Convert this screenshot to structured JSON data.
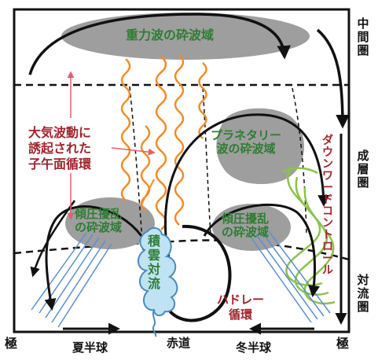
{
  "layers": {
    "mesosphere": "中間圏",
    "stratosphere": "成層圏",
    "troposphere": "対流圏"
  },
  "regions": {
    "gravity_wave_breaking": "重力波の砕波域",
    "planetary_wave_breaking": [
      "プラネタリー",
      "波の砕波域"
    ],
    "baroclinic_left": [
      "傾圧擾乱",
      "の砕波域"
    ],
    "baroclinic_right": [
      "傾圧擾乱",
      "の砕波域"
    ],
    "convection": [
      "積",
      "雲",
      "対",
      "流"
    ]
  },
  "annotations": {
    "wave_induced_circulation": [
      "大気波動に",
      "誘起された",
      "子午面循環"
    ],
    "downward_control": "ダウンワードコントロール",
    "hadley": [
      "ハドレー",
      "循環"
    ]
  },
  "axis": {
    "pole_left": "極",
    "summer": "夏半球",
    "equator": "赤道",
    "winter": "冬半球",
    "pole_right": "極"
  },
  "colors": {
    "gray_region": "#9e9e9e",
    "gravity_wave": "#f28c28",
    "planetary_wave": "#8bc34a",
    "baroclinic_wave": "#5b8fd1",
    "convection_fill": "#bfe3f3",
    "label_green": "#2e7d32",
    "label_red": "#a1232b",
    "arrow_red": "#e06070"
  }
}
